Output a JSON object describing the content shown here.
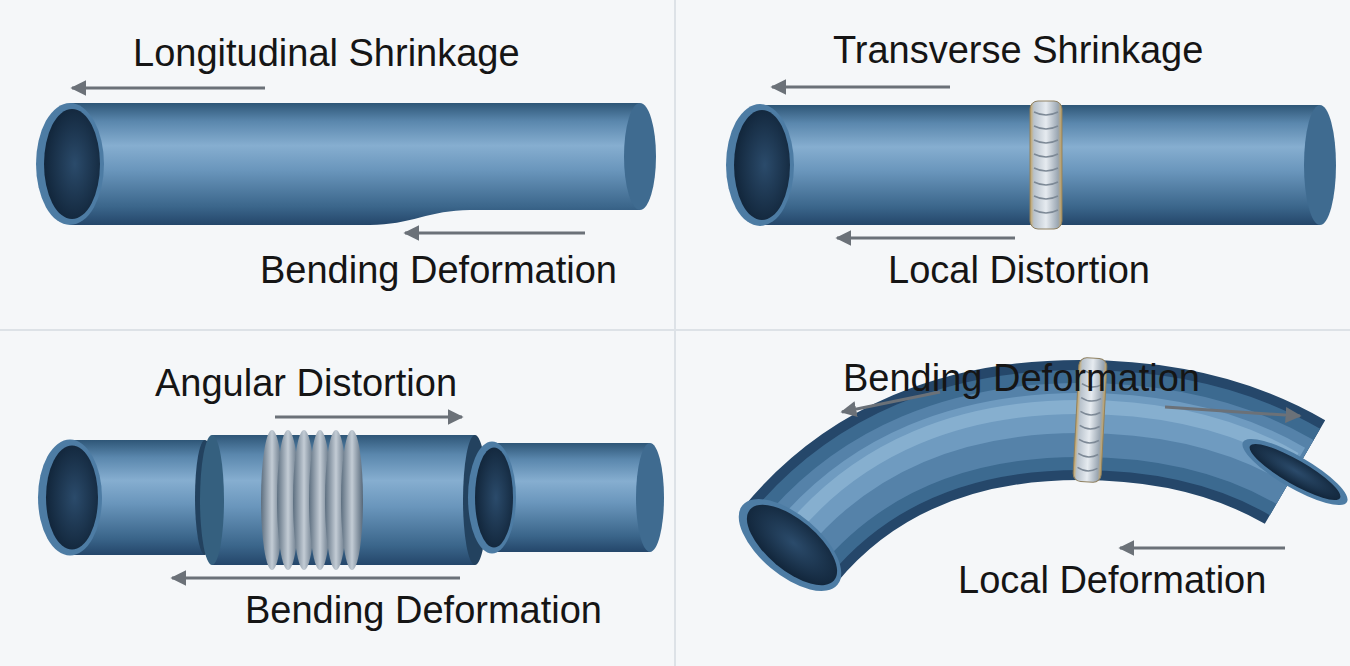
{
  "diagram": {
    "labels": [
      "Longitudinal Shrinkage",
      "Bending Deformation",
      "Transverse Shrinkage",
      "Local Distortion",
      "Angular Distortion",
      "Bending Deformation",
      "Bending Deformation",
      "Local Deformation"
    ]
  }
}
